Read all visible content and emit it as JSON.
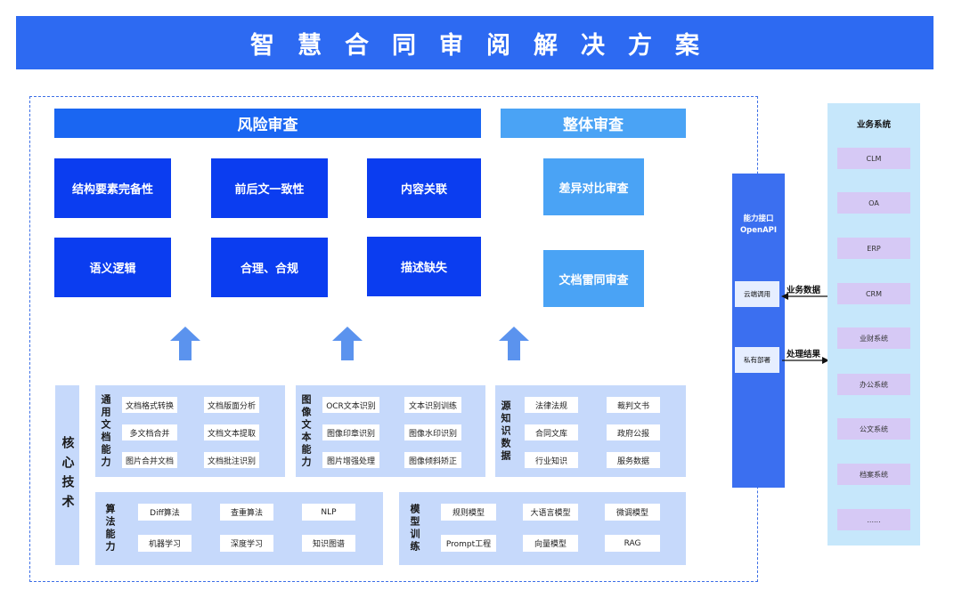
{
  "title": "智慧合同审阅解决方案",
  "risk_review": {
    "header": "风险审查",
    "items": [
      "结构要素完备性",
      "前后文一致性",
      "内容关联",
      "语义逻辑",
      "合理、合规",
      "描述缺失"
    ]
  },
  "overall_review": {
    "header": "整体审查",
    "items": [
      "差异对比审查",
      "文档雷同审查"
    ]
  },
  "core_tech": {
    "label": "核心技术",
    "general_doc": {
      "label": "通用文档能力",
      "items": [
        "文档格式转换",
        "文档版面分析",
        "多文档合并",
        "文档文本提取",
        "图片合并文档",
        "文档批注识别"
      ]
    },
    "image_text": {
      "label": "图像文本能力",
      "items": [
        "OCR文本识别",
        "文本识别训练",
        "图像印章识别",
        "图像水印识别",
        "图片增强处理",
        "图像倾斜矫正"
      ]
    },
    "source_knowledge": {
      "label": "源知识数据",
      "items": [
        "法律法规",
        "裁判文书",
        "合同文库",
        "政府公报",
        "行业知识",
        "服务数据"
      ]
    },
    "algorithms": {
      "label": "算法能力",
      "items": [
        "Diff算法",
        "查重算法",
        "NLP",
        "机器学习",
        "深度学习",
        "知识图谱"
      ]
    },
    "model_training": {
      "label": "模型训练",
      "items": [
        "规则模型",
        "大语言模型",
        "微调模型",
        "Prompt工程",
        "向量模型",
        "RAG"
      ]
    }
  },
  "api": {
    "title_line1": "能力接口",
    "title_line2": "OpenAPI",
    "cloud_call": "云端调用",
    "private_deploy": "私有部署"
  },
  "flows": {
    "business_data": "业务数据",
    "processing_result": "处理结果"
  },
  "business_systems": {
    "title": "业务系统",
    "items": [
      "CLM",
      "OA",
      "ERP",
      "CRM",
      "业财系统",
      "办公系统",
      "公文系统",
      "档案系统",
      "......"
    ]
  },
  "colors": {
    "banner": "#2d6af2",
    "risk_header": "#1a66f2",
    "risk_box": "#0b3df0",
    "overall": "#4aa3f5",
    "panel": "#c6d9fb",
    "api_panel": "#3b6ff0",
    "biz_panel": "#c6e7fb",
    "biz_item": "#d6c9f5",
    "arrow": "#5b93ee"
  }
}
